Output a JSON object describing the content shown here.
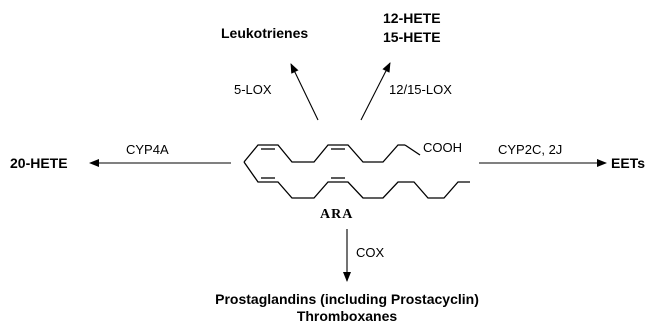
{
  "molecule": {
    "name": "ARA",
    "group": "COOH"
  },
  "products": {
    "leukotrienes": "Leukotrienes",
    "hete_12": "12-HETE",
    "hete_15": "15-HETE",
    "hete_20": "20-HETE",
    "eets": "EETs",
    "prostaglandins": "Prostaglandins (including Prostacyclin)",
    "thromboxanes": "Thromboxanes"
  },
  "enzymes": {
    "lox5": "5-LOX",
    "lox12_15": "12/15-LOX",
    "cyp4a": "CYP4A",
    "cyp2c_2j": "CYP2C, 2J",
    "cox": "COX"
  }
}
